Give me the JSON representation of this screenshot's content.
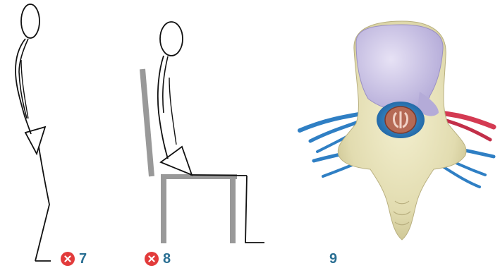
{
  "figures": [
    {
      "number": "7",
      "status_icon": "x-circle-icon"
    },
    {
      "number": "8",
      "status_icon": "x-circle-icon"
    },
    {
      "number": "9"
    }
  ],
  "colors": {
    "label_blue": "#2a6f93",
    "badge_red": "#e23b3b",
    "stroke": "#111111",
    "chair_gray": "#999999"
  }
}
